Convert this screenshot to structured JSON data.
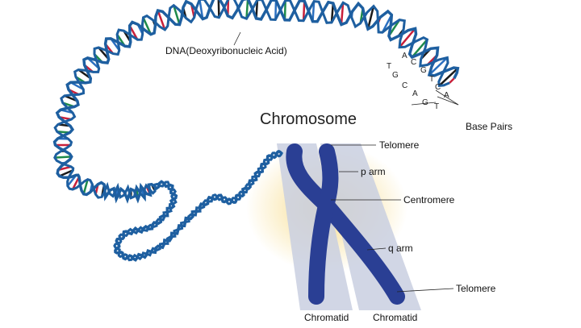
{
  "title": "Chromosome",
  "labels": {
    "dna": "DNA(Deoxyribonucleic Acid)",
    "base_pairs": "Base Pairs",
    "telomere_top": "Telomere",
    "p_arm": "p arm",
    "centromere": "Centromere",
    "q_arm": "q arm",
    "telomere_bottom": "Telomere",
    "chromatid_left": "Chromatid",
    "chromatid_right": "Chromatid"
  },
  "bases_top": [
    "A",
    "C",
    "G",
    "T",
    "C",
    "A"
  ],
  "bases_bottom": [
    "T",
    "G",
    "C",
    "A",
    "G",
    "T"
  ],
  "colors": {
    "strand": "#1e5fa0",
    "chromosome": "#2a3f94",
    "band": "#c9cfe0",
    "glow": "#f6d77a"
  }
}
